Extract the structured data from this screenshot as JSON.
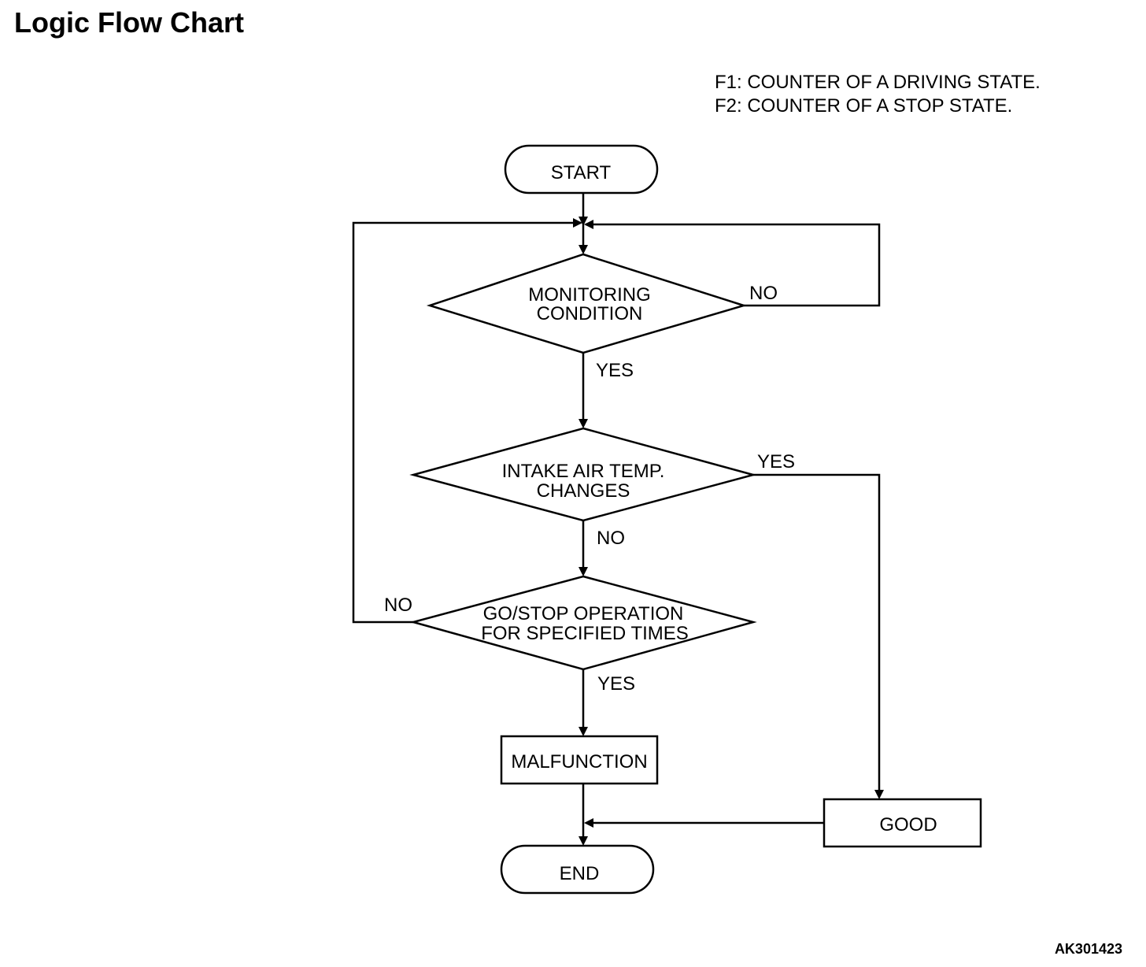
{
  "title": "Logic Flow Chart",
  "legend": [
    "F1: COUNTER OF A DRIVING STATE.",
    "F2: COUNTER OF A STOP STATE."
  ],
  "nodes": {
    "start": "START",
    "monitoring": [
      "MONITORING",
      "CONDITION"
    ],
    "intake": [
      "INTAKE AIR TEMP.",
      "CHANGES"
    ],
    "gostop": [
      "GO/STOP OPERATION",
      "FOR SPECIFIED TIMES"
    ],
    "malfunction": "MALFUNCTION",
    "good": "GOOD",
    "end": "END"
  },
  "edge_labels": {
    "monitoring_no": "NO",
    "monitoring_yes": "YES",
    "intake_yes": "YES",
    "intake_no": "NO",
    "gostop_no": "NO",
    "gostop_yes": "YES"
  },
  "figure_code": "AK301423"
}
